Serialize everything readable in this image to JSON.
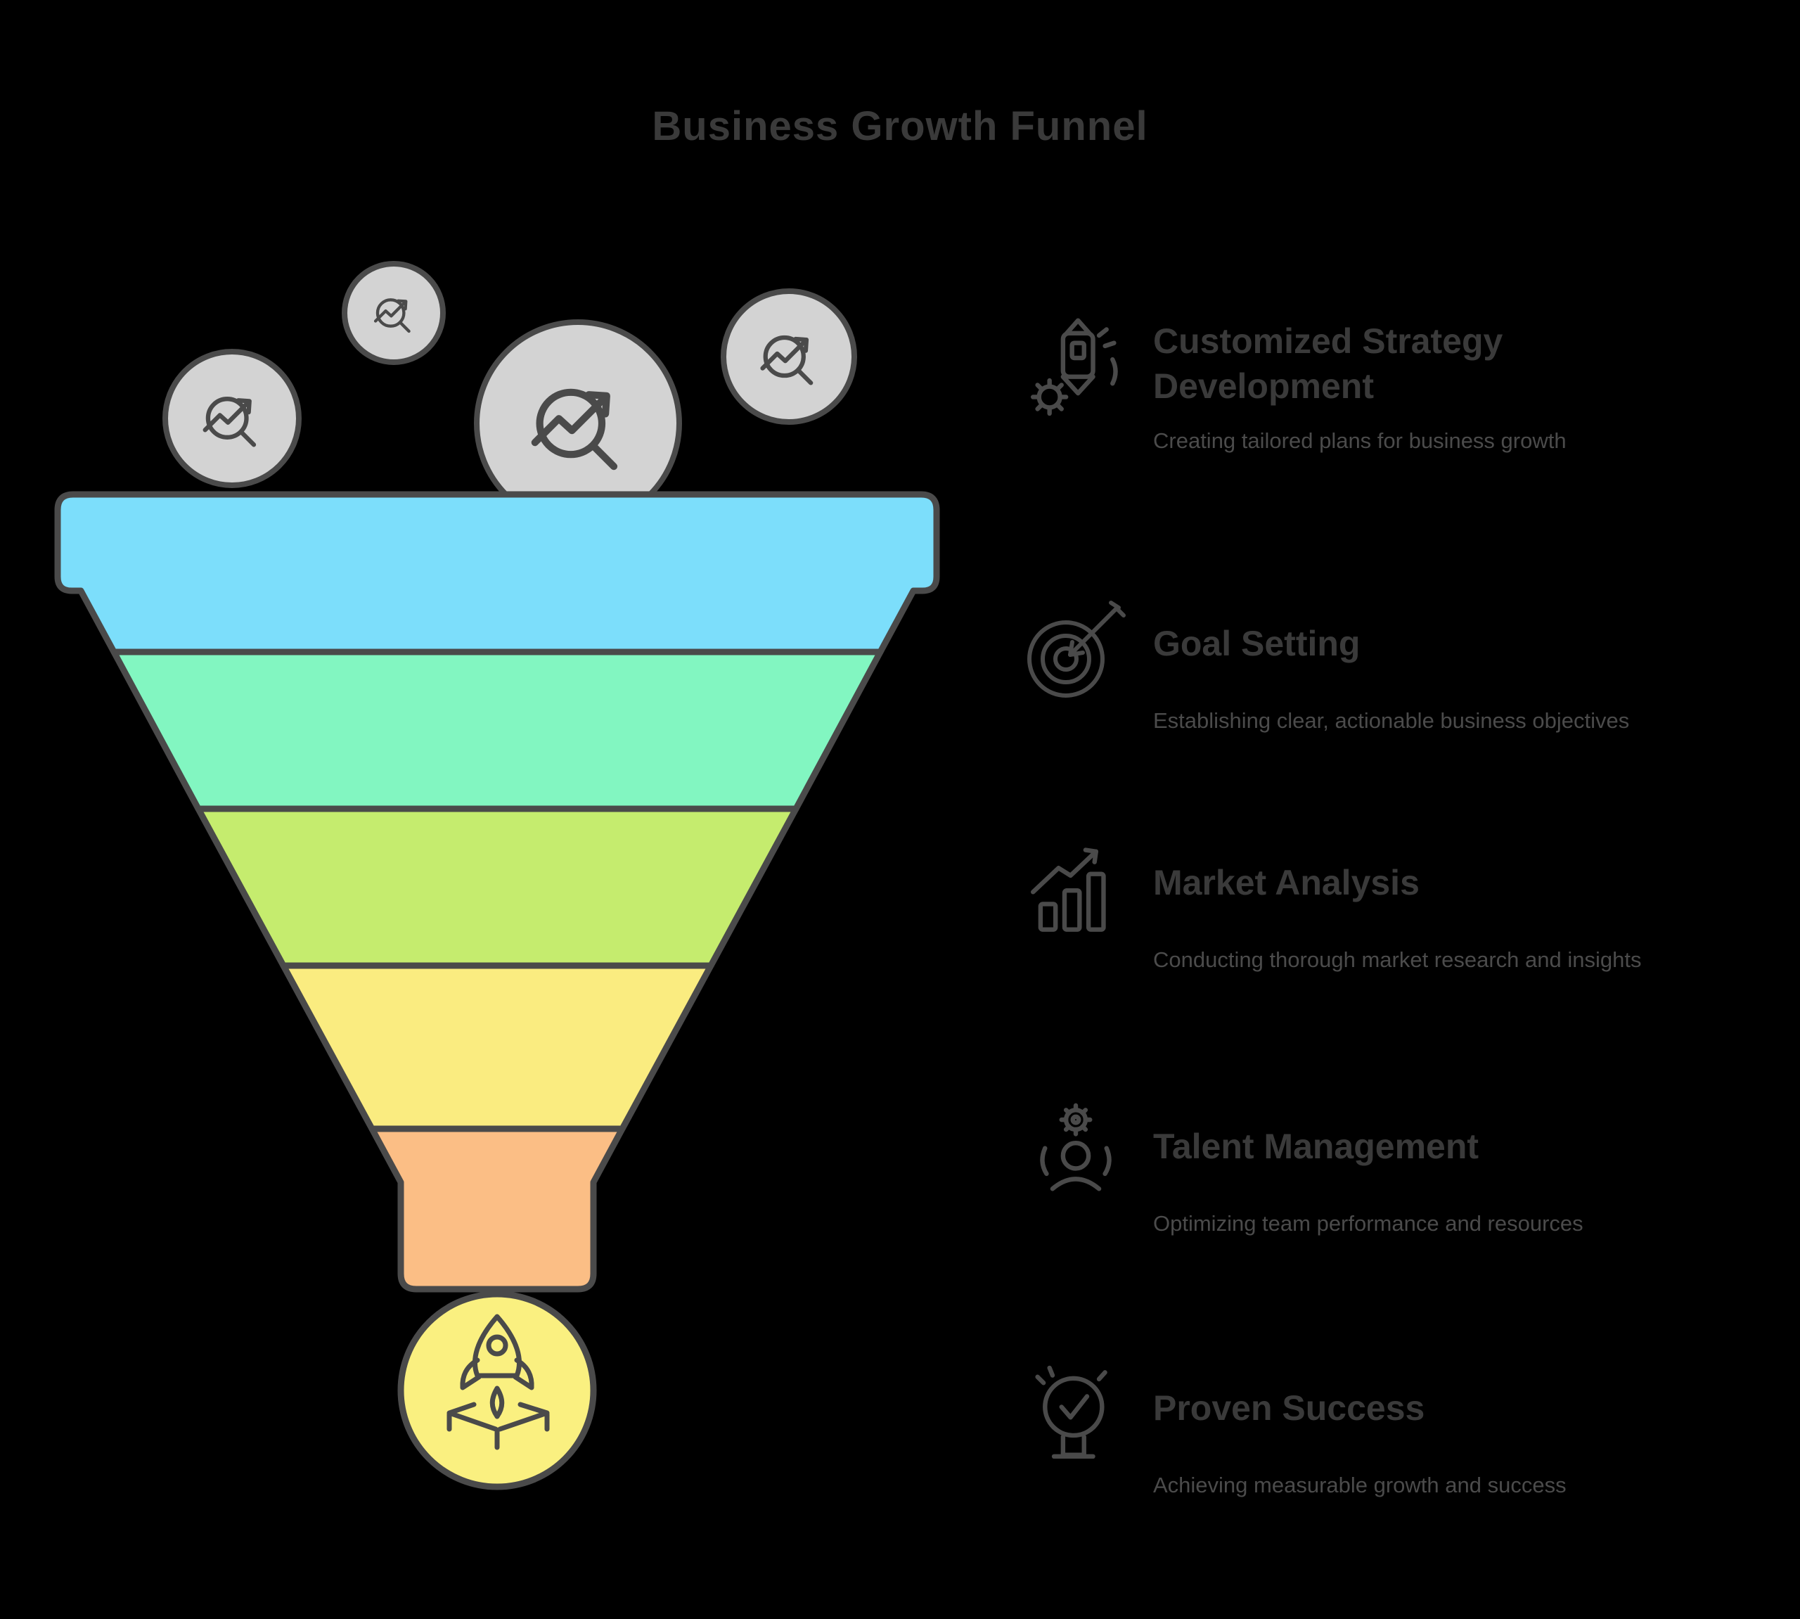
{
  "title": "Business Growth Funnel",
  "colors": {
    "background": "#000000",
    "outline": "#4A4A4A",
    "title_text": "#3A3A3A",
    "heading_text": "#3A3A3A",
    "subtitle_text": "#4B4B4B",
    "bubble_fill": "#D3D3D3",
    "bottom_circle_fill": "#FAF080"
  },
  "funnel": {
    "stage_colors": [
      "#7CDEFB",
      "#82F6C1",
      "#C5EC6E",
      "#FAEC80",
      "#FBBE85"
    ],
    "stage_count": 5,
    "bubble_icon": "magnifier-trend-icon",
    "bubble_count": 4,
    "bottom_icon": "rocket-launch-icon"
  },
  "items": [
    {
      "heading": "Customized Strategy Development",
      "subtitle": "Creating tailored plans for business growth",
      "icon": "strategy-icon"
    },
    {
      "heading": "Goal Setting",
      "subtitle": "Establishing clear, actionable business objectives",
      "icon": "target-arrow-icon"
    },
    {
      "heading": "Market Analysis",
      "subtitle": "Conducting thorough market research and insights",
      "icon": "bar-chart-growth-icon"
    },
    {
      "heading": "Talent Management",
      "subtitle": "Optimizing team performance and resources",
      "icon": "person-gear-icon"
    },
    {
      "heading": "Proven Success",
      "subtitle": "Achieving measurable growth and success",
      "icon": "award-check-icon"
    }
  ]
}
